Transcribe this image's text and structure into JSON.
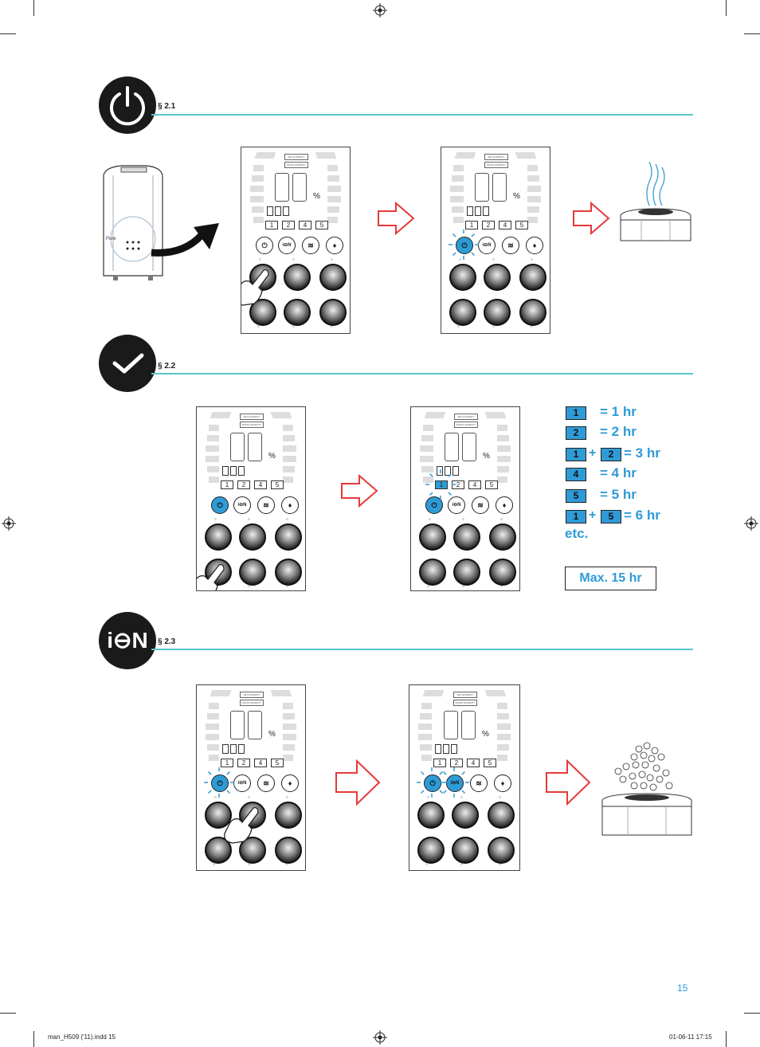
{
  "sections": [
    {
      "label": "§ 2.1",
      "icon": "power-icon"
    },
    {
      "label": "§ 2.2",
      "icon": "checkmark-icon"
    },
    {
      "label": "§ 2.3",
      "icon": "ion-icon"
    }
  ],
  "panel": {
    "tag_top": "SET HUMIDITY",
    "tag_bottom": "ROOM HUMIDITY",
    "percent": "%",
    "numbers": [
      "1",
      "2",
      "4",
      "5"
    ],
    "ion_label": "i⊖N"
  },
  "legend": {
    "rows": [
      {
        "boxes": [
          "1"
        ],
        "text": "= 1 hr"
      },
      {
        "boxes": [
          "2"
        ],
        "text": "= 2 hr"
      },
      {
        "boxes": [
          "1",
          "2"
        ],
        "text": "= 3 hr"
      },
      {
        "boxes": [
          "4"
        ],
        "text": "= 4 hr"
      },
      {
        "boxes": [
          "5"
        ],
        "text": "= 5 hr"
      },
      {
        "boxes": [
          "1",
          "5"
        ],
        "text": "= 6 hr"
      }
    ],
    "plus": "+",
    "etc": "etc.",
    "max": "Max. 15 hr"
  },
  "device_label": "Pure",
  "ion_big": "i⊖N",
  "page_number": "15",
  "footer_left": "man_H509 ('11).indd   15",
  "footer_right": "01-06-11   17:15",
  "colors": {
    "accent": "#2e9bd6",
    "rule": "#5bc4c9",
    "arrow": "#e63a3a"
  }
}
